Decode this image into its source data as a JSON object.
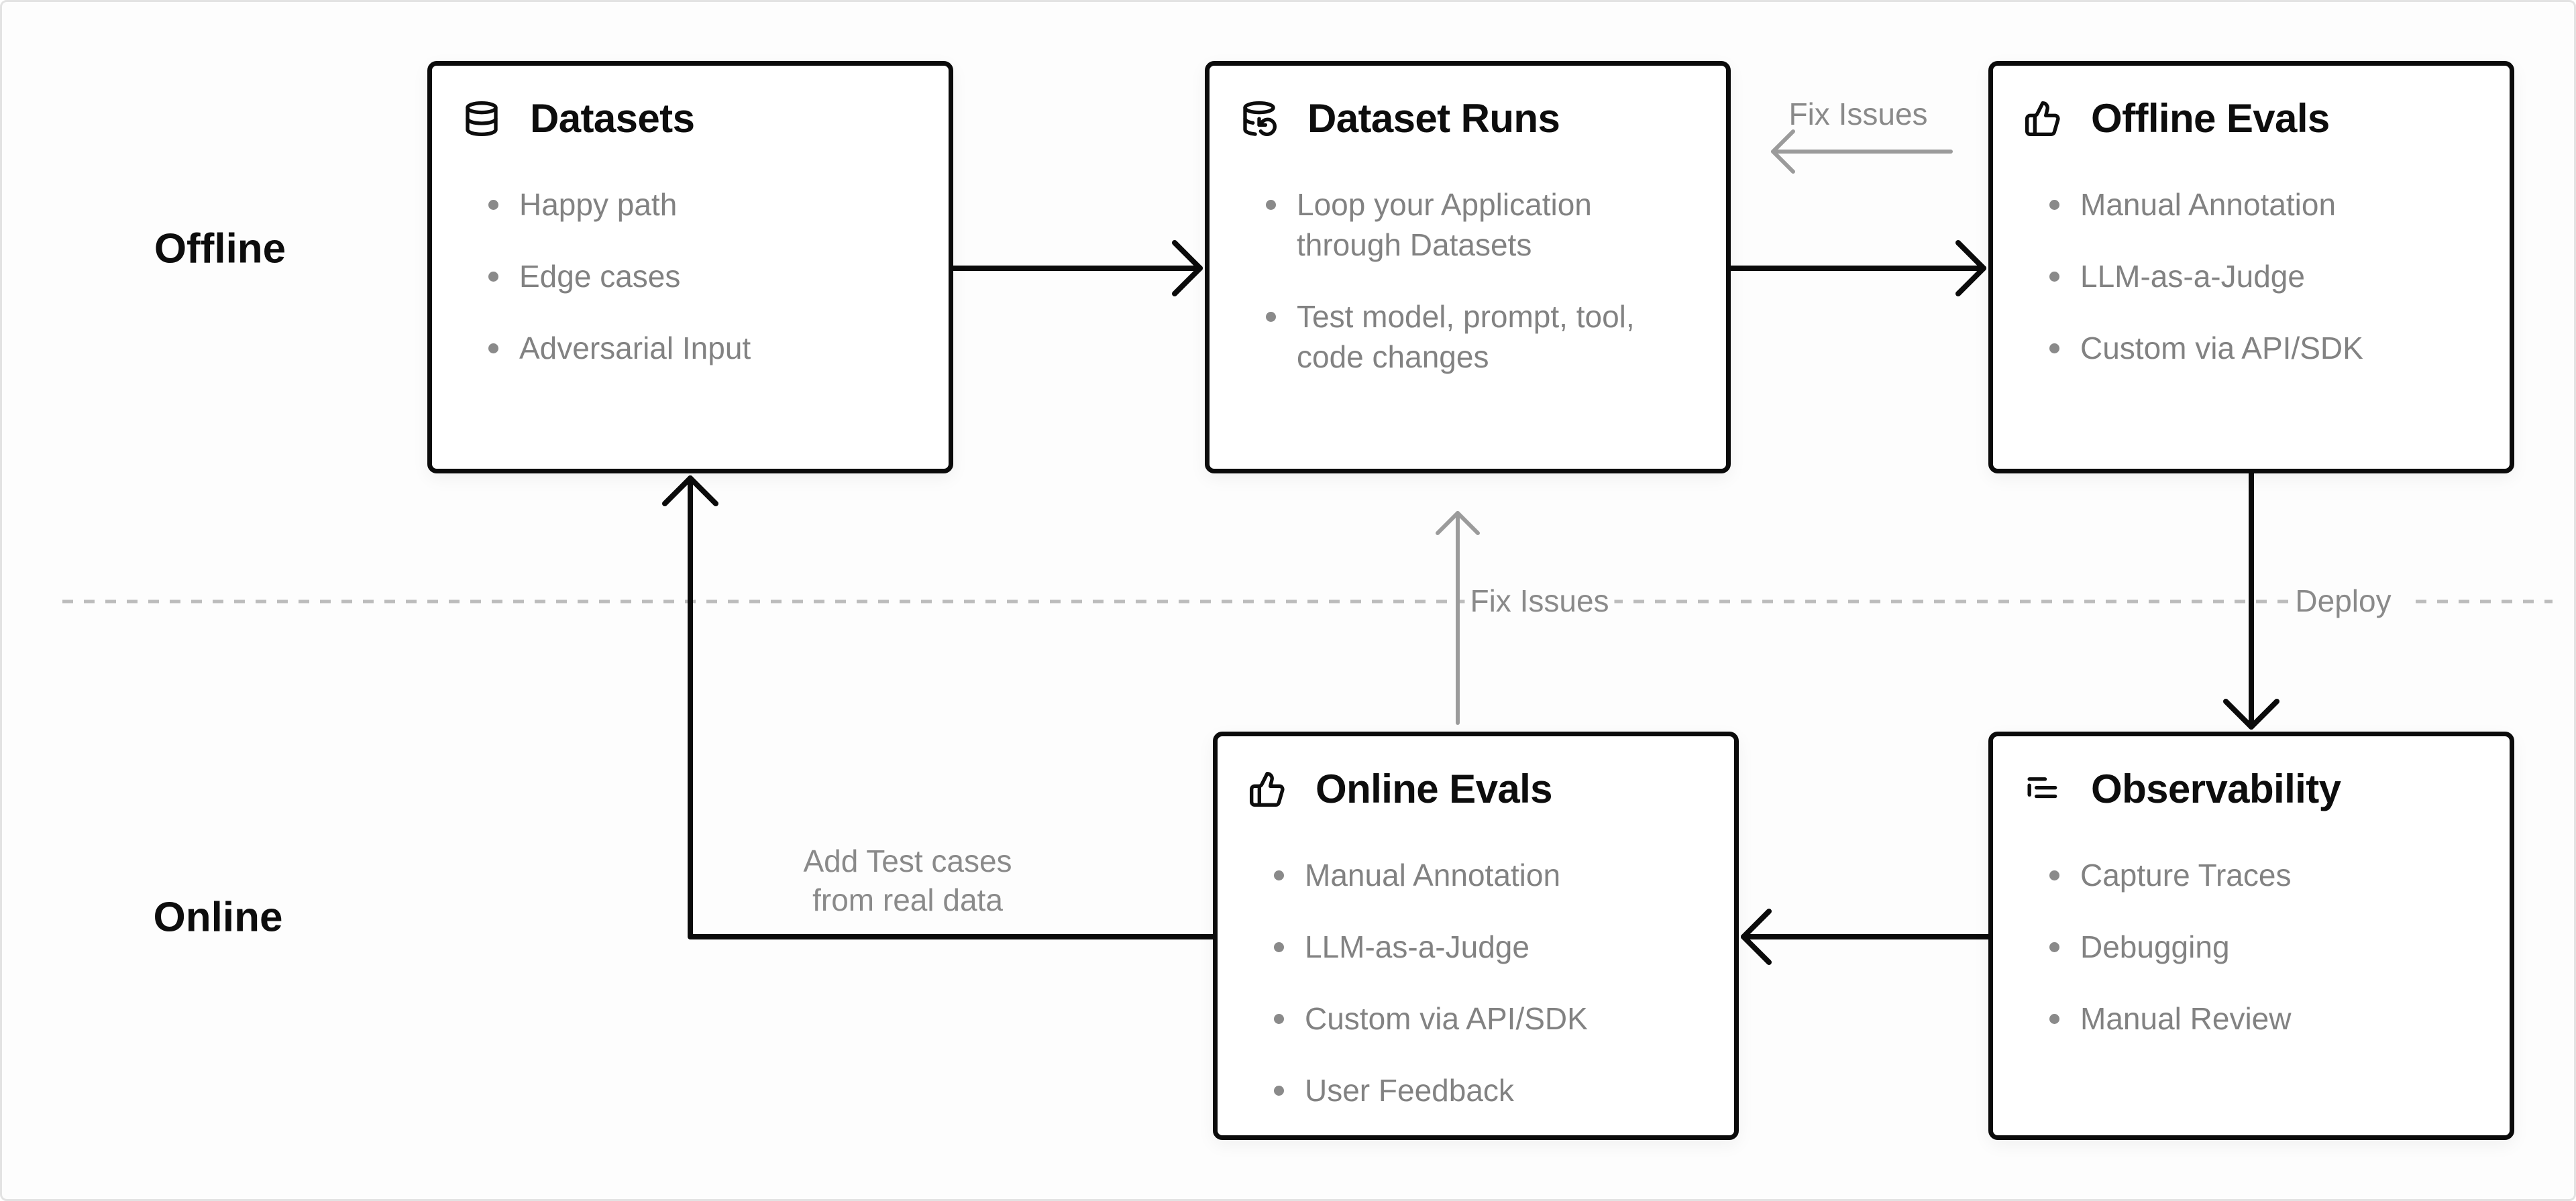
{
  "diagram": {
    "zones": {
      "offline": "Offline",
      "online": "Online"
    },
    "boxes": {
      "datasets": {
        "title": "Datasets",
        "icon": "database-icon",
        "items": [
          "Happy path",
          "Edge cases",
          "Adversarial Input"
        ]
      },
      "dataset_runs": {
        "title": "Dataset Runs",
        "icon": "database-run-icon",
        "items": [
          "Loop your Application through Datasets",
          "Test model, prompt, tool, code changes"
        ]
      },
      "offline_evals": {
        "title": "Offline Evals",
        "icon": "thumbs-up-icon",
        "items": [
          "Manual Annotation",
          "LLM-as-a-Judge",
          "Custom via API/SDK"
        ]
      },
      "online_evals": {
        "title": "Online Evals",
        "icon": "thumbs-up-icon",
        "items": [
          "Manual Annotation",
          "LLM-as-a-Judge",
          "Custom via API/SDK",
          "User Feedback"
        ]
      },
      "observability": {
        "title": "Observability",
        "icon": "trace-list-icon",
        "items": [
          "Capture Traces",
          "Debugging",
          "Manual Review"
        ]
      }
    },
    "connectors": {
      "fix_issues_top": "Fix Issues",
      "fix_issues_mid": "Fix Issues",
      "deploy": "Deploy",
      "add_test_cases_line1": "Add Test cases",
      "add_test_cases_line2": "from real data"
    },
    "colors": {
      "line_black": "#0b0b0b",
      "muted_gray": "#8a8a8a",
      "arrow_gray": "#9b9b9b",
      "dash_gray": "#bcbcbc"
    }
  }
}
